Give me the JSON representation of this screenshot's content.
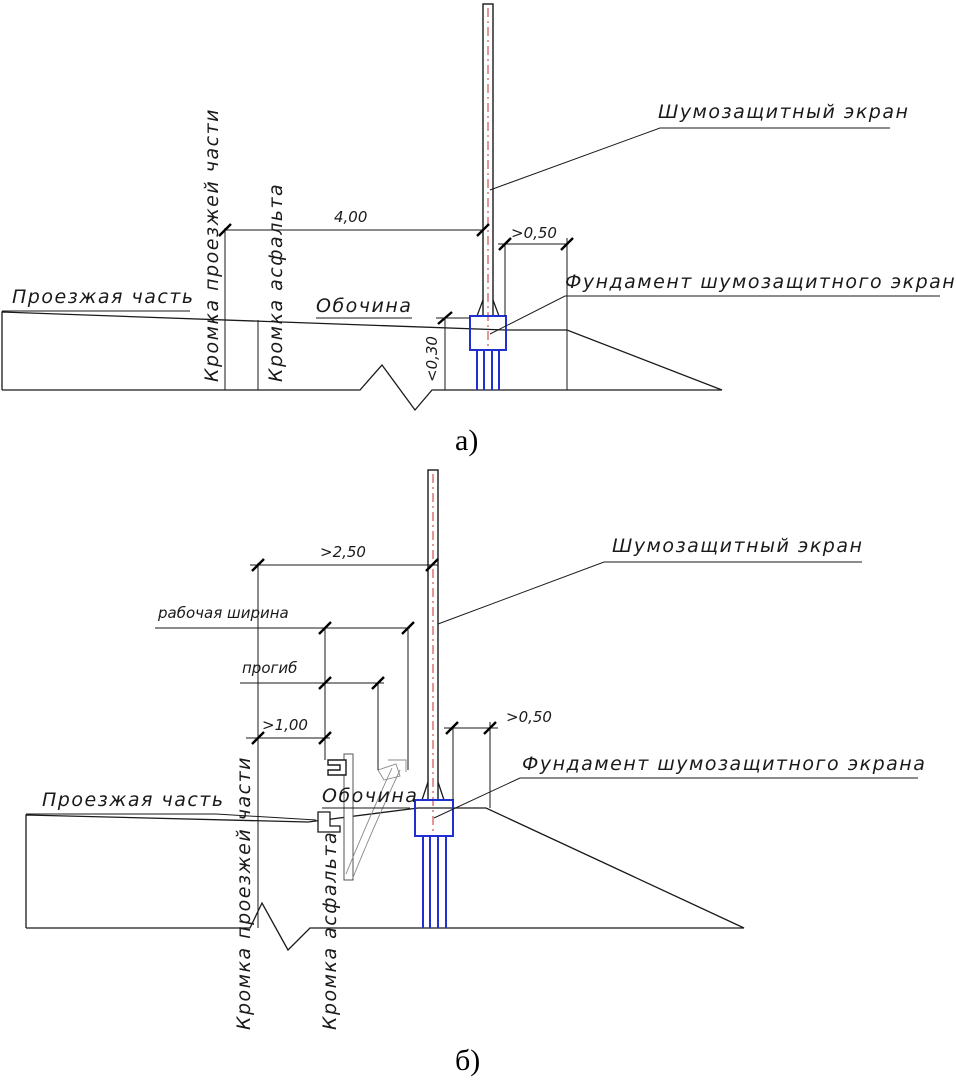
{
  "diagram_a": {
    "caption": "а)",
    "screen_label": "Шумозащитный экран",
    "foundation_label": "Фундамент шумозащитного экрана",
    "roadway_label": "Проезжая часть",
    "shoulder_label": "Обочина",
    "roadway_edge_label": "Кромка проезжей части",
    "asphalt_edge_label": "Кромка асфальта",
    "dim_distance": "4,00",
    "dim_foundation_offset": ">0,50",
    "dim_height": "<0,30"
  },
  "diagram_b": {
    "caption": "б)",
    "screen_label": "Шумозащитный экран",
    "foundation_label": "Фундамент шумозащитного экрана",
    "roadway_label": "Проезжая часть",
    "shoulder_label": "Обочина",
    "roadway_edge_label": "Кромка проезжей части",
    "asphalt_edge_label": "Кромка асфальта",
    "dim_min_distance": ">2,50",
    "working_width_label": "рабочая ширина",
    "deflection_label": "прогиб",
    "dim_barrier_offset": ">1,00",
    "dim_foundation_offset": ">0,50"
  }
}
